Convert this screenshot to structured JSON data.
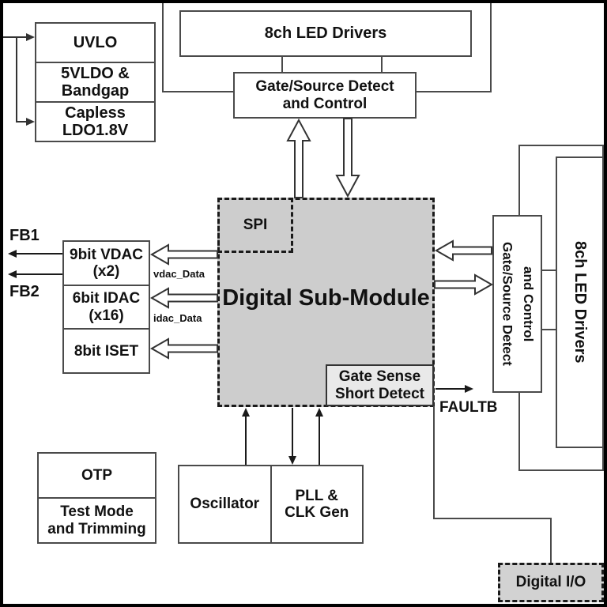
{
  "colors": {
    "line": "#4a4a4a",
    "dashed_line": "#1a1a1a",
    "module_fill": "#cdcdcd",
    "gate_sense_fill": "#e9e9e9",
    "digital_io_fill": "#d2d2d2",
    "text": "#111111",
    "background": "#ffffff"
  },
  "blocks": {
    "power_stack": {
      "rows": [
        {
          "label": "UVLO"
        },
        {
          "label": "5VLDO &\nBandgap"
        },
        {
          "label": "Capless\nLDO1.8V"
        }
      ]
    },
    "top_led_drivers": {
      "label": "8ch LED Drivers"
    },
    "top_gate_source": {
      "label": "Gate/Source Detect\nand Control"
    },
    "spi": {
      "label": "SPI"
    },
    "digital_sub_module": {
      "label": "Digital Sub-Module"
    },
    "gate_sense": {
      "label": "Gate Sense\nShort Detect"
    },
    "dac_stack": {
      "rows": [
        {
          "label": "9bit VDAC\n(x2)"
        },
        {
          "label": "6bit IDAC\n(x16)"
        },
        {
          "label": "8bit ISET"
        }
      ]
    },
    "right_gate_source": {
      "label": "Gate/Source Detect\nand Control"
    },
    "right_led_drivers": {
      "label": "8ch LED Drivers"
    },
    "oscillator": {
      "label": "Oscillator"
    },
    "pll_clk_gen": {
      "label": "PLL &\nCLK Gen"
    },
    "otp_stack": {
      "rows": [
        {
          "label": "OTP"
        },
        {
          "label": "Test Mode\nand Trimming"
        }
      ]
    },
    "digital_io": {
      "label": "Digital I/O"
    }
  },
  "signals": {
    "fb1": "FB1",
    "fb2": "FB2",
    "vdac_data": "vdac_Data",
    "idac_data": "idac_Data",
    "faultb": "FAULTB"
  }
}
